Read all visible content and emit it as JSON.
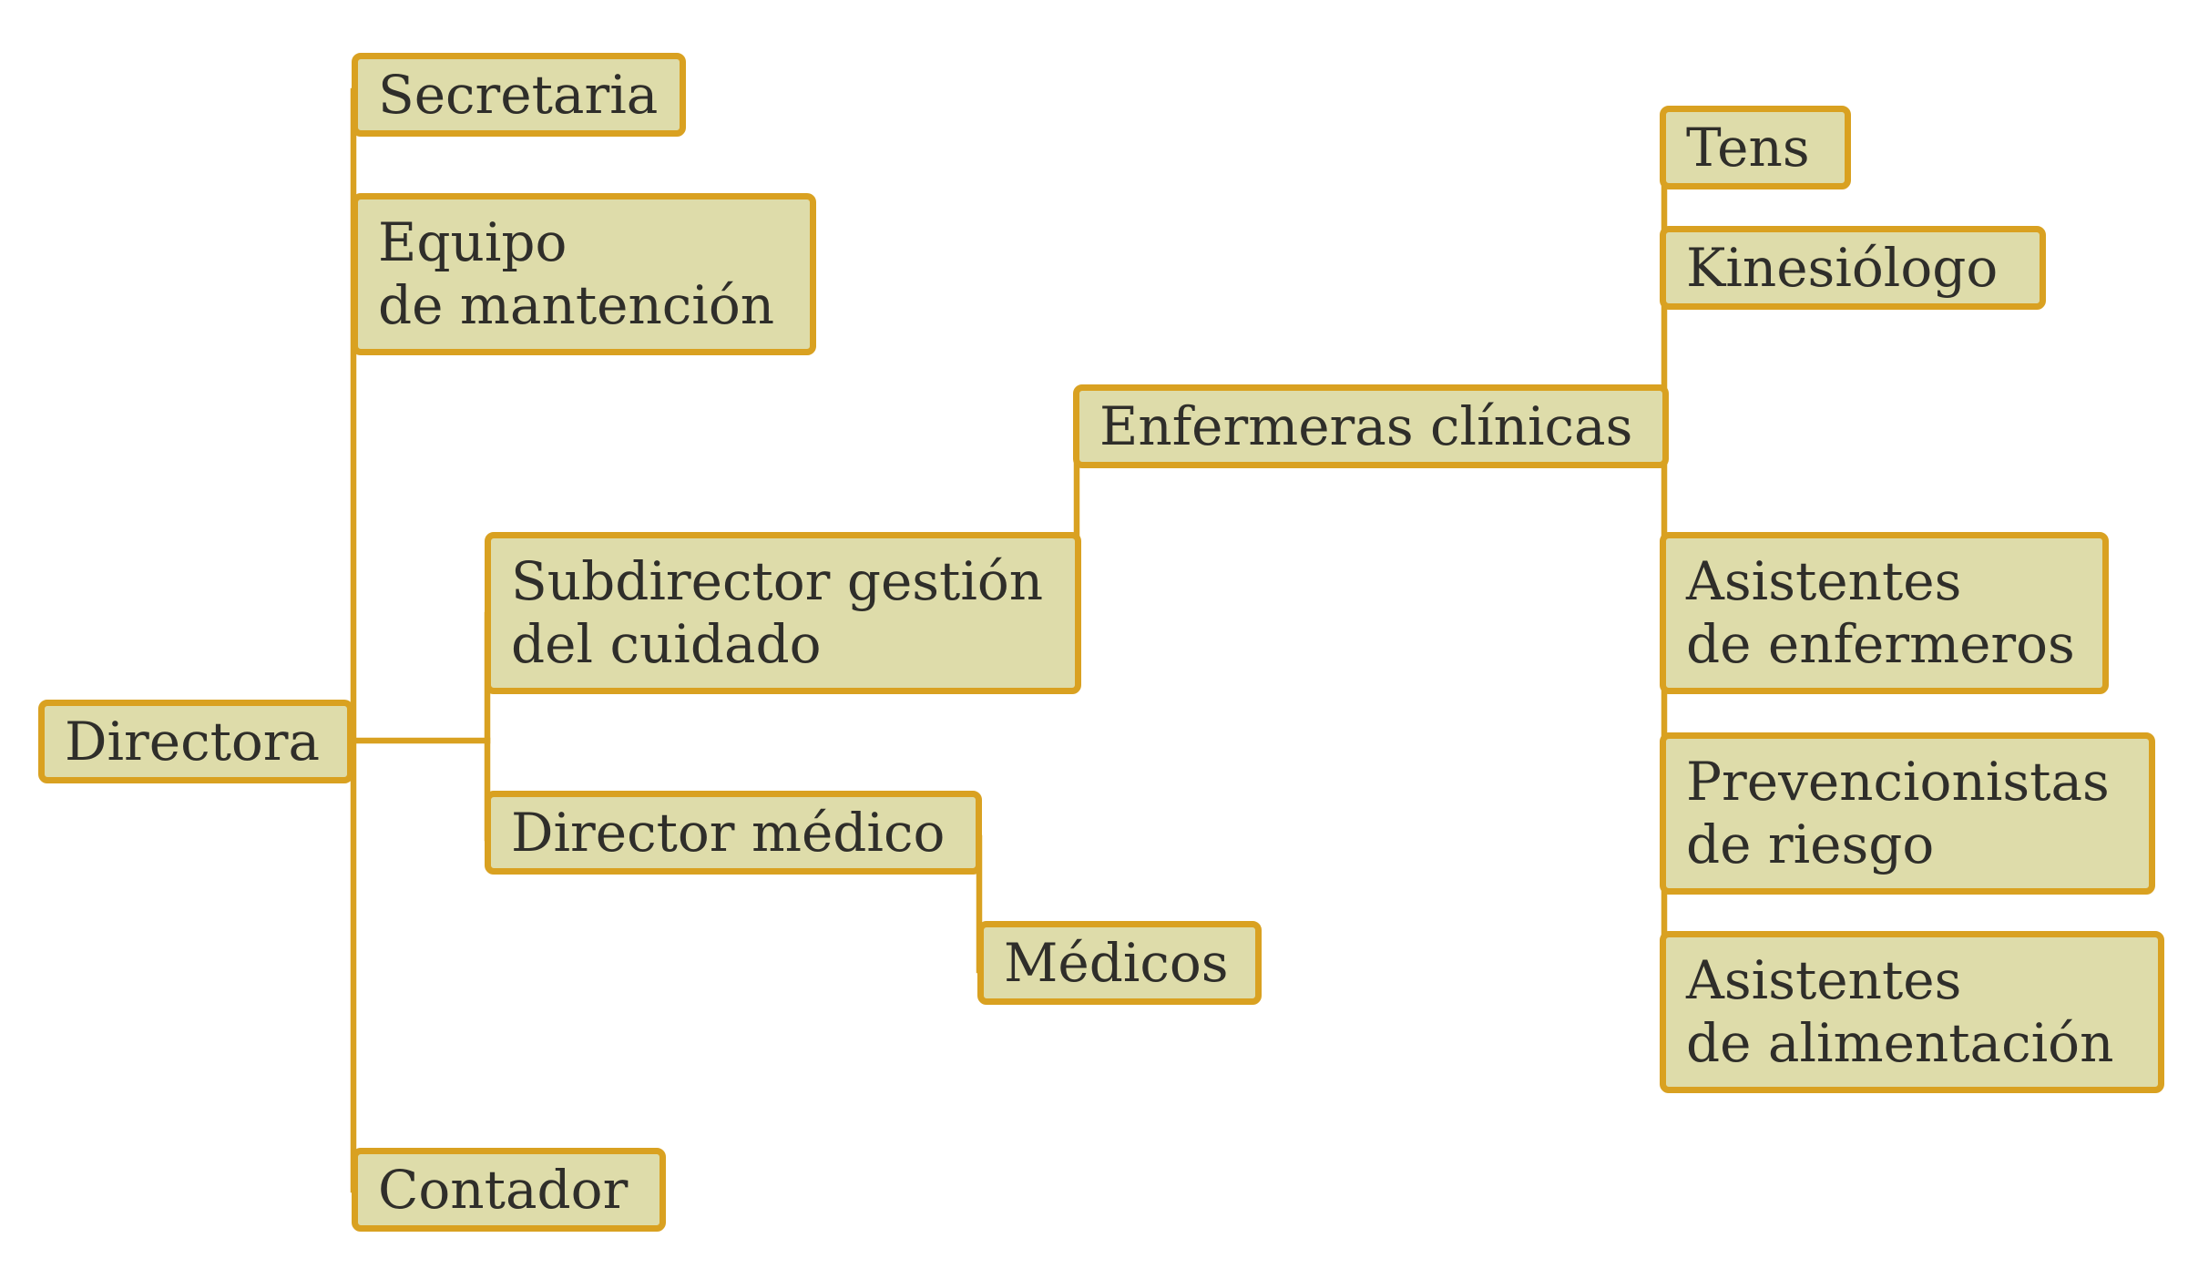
{
  "nodes": {
    "directora": {
      "label": "Directora"
    },
    "secretaria": {
      "label": "Secretaria"
    },
    "equipo_mantencion": {
      "line1": "Equipo",
      "line2": "de mantención"
    },
    "subdirector": {
      "line1": "Subdirector gestión",
      "line2": "del cuidado"
    },
    "director_medico": {
      "label": "Director médico"
    },
    "medicos": {
      "label": "Médicos"
    },
    "contador": {
      "label": "Contador"
    },
    "enfermeras": {
      "label": "Enfermeras clínicas"
    },
    "tens": {
      "label": "Tens"
    },
    "kinesiologo": {
      "label": "Kinesiólogo"
    },
    "asistentes_enfermeros": {
      "line1": "Asistentes",
      "line2": "de enfermeros"
    },
    "prevencionistas": {
      "line1": "Prevencionistas",
      "line2": "de riesgo"
    },
    "asistentes_alimentacion": {
      "line1": "Asistentes",
      "line2": "de alimentación"
    }
  },
  "colors": {
    "box_fill": "#dedcaa",
    "box_border": "#d9a121",
    "connector": "#d9a121",
    "text": "#2f2e2a"
  }
}
